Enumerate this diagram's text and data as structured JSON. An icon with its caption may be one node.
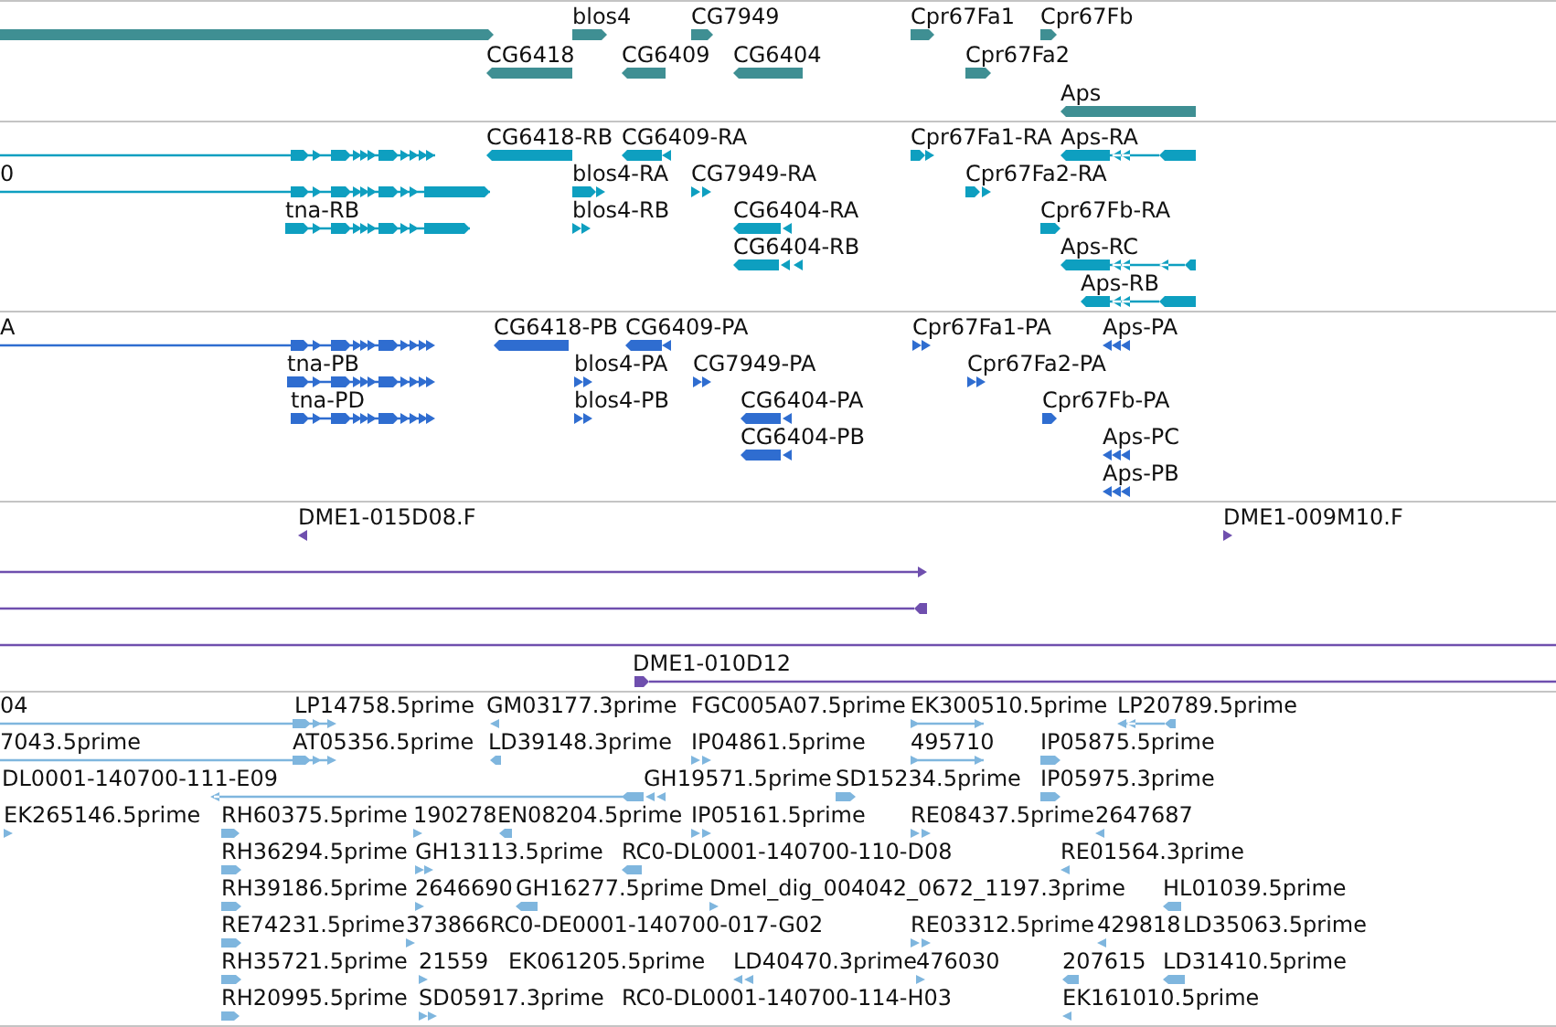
{
  "diagram": {
    "labels": [
      "blos4",
      "CG7949",
      "Cpr67Fa1",
      "Cpr67Fb",
      "CG6418",
      "CG6409",
      "CG6404",
      "Cpr67Fa2",
      "Aps",
      "CG6418-RB",
      "CG6409-RA",
      "Cpr67Fa1-RA",
      "Aps-RA",
      "0",
      "blos4-RA",
      "CG7949-RA",
      "Cpr67Fa2-RA",
      "tna-RB",
      "blos4-RB",
      "CG6404-RA",
      "Cpr67Fb-RA",
      "CG6404-RB",
      "Aps-RC",
      "Aps-RB",
      "A",
      "CG6418-PB",
      "CG6409-PA",
      "Cpr67Fa1-PA",
      "Aps-PA",
      "tna-PB",
      "blos4-PA",
      "CG7949-PA",
      "Cpr67Fa2-PA",
      "tna-PD",
      "blos4-PB",
      "CG6404-PA",
      "Cpr67Fb-PA",
      "CG6404-PB",
      "Aps-PC",
      "Aps-PB",
      "DME1-015D08.F",
      "DME1-009M10.F",
      "DME1-010D12",
      "04",
      "LP14758.5prime",
      "GM03177.3prime",
      "FGC005A07.5prime",
      "EK300510.5prime",
      "LP20789.5prime",
      "7043.5prime",
      "AT05356.5prime",
      "LD39148.3prime",
      "IP04861.5prime",
      "495710",
      "IP05875.5prime",
      "DL0001-140700-111-E09",
      "GH19571.5prime",
      "SD15234.5prime",
      "IP05975.3prime",
      "EK265146.5prime",
      "RH60375.5prime",
      "190278",
      "EN08204.5prime",
      "IP05161.5prime",
      "RE08437.5prime",
      "2647687",
      "RH36294.5prime",
      "GH13113.5prime",
      "RC0-DL0001-140700-110-D08",
      "RE01564.3prime",
      "RH39186.5prime",
      "2646690",
      "GH16277.5prime",
      "Dmel_dig_004042_0672_1197.3prime",
      "HL01039.5prime",
      "RE74231.5prime",
      "373866",
      "RC0-DE0001-140700-017-G02",
      "RE03312.5prime",
      "429818",
      "LD35063.5prime",
      "RH35721.5prime",
      "21559",
      "EK061205.5prime",
      "LD40470.3prime",
      "476030",
      "207615",
      "LD31410.5prime",
      "RH20995.5prime",
      "SD05917.3prime",
      "RC0-DL0001-140700-114-H03",
      "EK161010.5prime"
    ]
  }
}
